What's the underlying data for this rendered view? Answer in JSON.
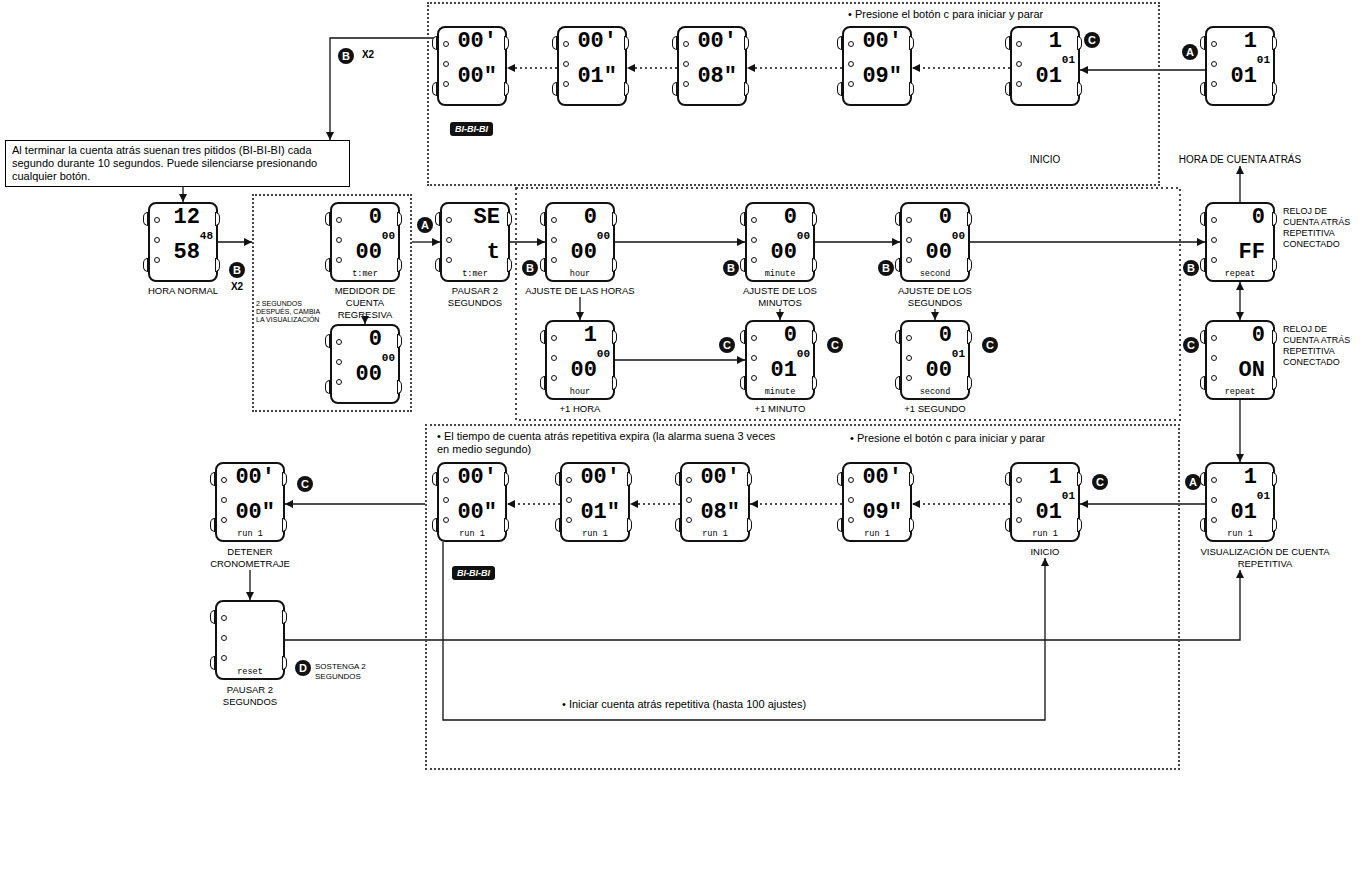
{
  "diagram": {
    "nodes": [
      {
        "text": [
          "• Presione el botón c para iniciar y parar"
        ]
      },
      {
        "text": [
          "00′",
          "00″"
        ],
        "in": 0
      },
      {
        "text": [
          "00′",
          "01″"
        ],
        "in": 0
      },
      {
        "text": [
          "00′",
          "08″"
        ],
        "in": 0
      },
      {
        "text": [
          "00′",
          "09″"
        ],
        "in": 0
      },
      {
        "text": [
          "1",
          "01",
          "01",
          "INICIO"
        ],
        "in": 0
      },
      {
        "text": [
          "1",
          "01",
          "01",
          "HORA DE CUENTA ATRÁS"
        ]
      },
      {
        "text": [
          "Al terminar la cuenta atrás suenan tres pitidos (BI-BI-BI) cada segundo durante 10 segundos. Puede silenciarse presionando cualquier botón."
        ]
      },
      {
        "text": [
          "12",
          "48",
          "58",
          "HORA NORMAL"
        ]
      },
      {
        "text": [
          "2 SEGUNDOS DESPUÉS, CAMBIA LA VISUALIZACIÓN"
        ]
      },
      {
        "text": [
          "0",
          "00",
          "00",
          "t:mer",
          "MEDIDOR DE CUENTA REGRESIVA"
        ],
        "in": 9
      },
      {
        "text": [
          "0",
          "00",
          "00"
        ],
        "in": 9
      },
      {
        "text": [
          "SE",
          "t",
          "t:mer",
          "PAUSAR 2 SEGUNDOS"
        ]
      },
      {
        "text": [
          "0",
          "00",
          "00",
          "hour",
          "AJUSTE DE LAS HORAS"
        ]
      },
      {
        "text": [
          "0",
          "00",
          "00",
          "minute",
          "AJUSTE DE LOS MINUTOS"
        ]
      },
      {
        "text": [
          "0",
          "00",
          "00",
          "second",
          "AJUSTE DE LOS SEGUNDOS"
        ]
      },
      {
        "text": [
          "0",
          "FF",
          "repeat",
          "RELOJ DE CUENTA ATRÁS REPETITIVA CONECTADO"
        ]
      },
      {
        "text": [
          "1",
          "00",
          "00",
          "hour",
          "+1 HORA"
        ]
      },
      {
        "text": [
          "0",
          "00",
          "01",
          "minute",
          "+1 MINUTO"
        ]
      },
      {
        "text": [
          "0",
          "01",
          "00",
          "second",
          "+1 SEGUNDO"
        ]
      },
      {
        "text": [
          "0",
          "ON",
          "repeat",
          "RELOJ DE CUENTA ATRÁS REPETITIVA CONECTADO"
        ]
      },
      {
        "text": [
          "1",
          "01",
          "01",
          "run 1",
          "VISUALIZACIÓN DE CUENTA REPETITIVA"
        ]
      },
      {
        "text": [
          "• El tiempo de cuenta atrás repetitiva expira (la alarma suena 3 veces en medio segundo)",
          "• Presione el botón c para iniciar y parar"
        ]
      },
      {
        "text": [
          "1",
          "01",
          "01",
          "run 1",
          "INICIO"
        ],
        "in": 22
      },
      {
        "text": [
          "00′",
          "09″",
          "run 1"
        ],
        "in": 22
      },
      {
        "text": [
          "00′",
          "08″",
          "run 1"
        ],
        "in": 22
      },
      {
        "text": [
          "00′",
          "01″",
          "run 1"
        ],
        "in": 22
      },
      {
        "text": [
          "00′",
          "00″",
          "run 1"
        ],
        "in": 22
      },
      {
        "text": [
          "00′",
          "00″",
          "run 1",
          "DETENER CRONOMETRAJE"
        ]
      },
      {
        "text": [
          "reset",
          "PAUSAR 2 SEGUNDOS"
        ]
      }
    ],
    "edges": [
      {
        "from": 6,
        "to": 5,
        "arrow": "to"
      },
      {
        "from": 5,
        "to": 4,
        "arrow": "to"
      },
      {
        "from": 4,
        "to": 3,
        "arrow": "to"
      },
      {
        "from": 3,
        "to": 2,
        "arrow": "to"
      },
      {
        "from": 2,
        "to": 1,
        "arrow": "to"
      },
      {
        "from": 1,
        "to": 7,
        "arrow": "to"
      },
      {
        "from": 7,
        "to": 8,
        "arrow": "to"
      },
      {
        "from": 8,
        "to": 9,
        "arrow": "to"
      },
      {
        "from": 10,
        "to": 11,
        "arrow": "to"
      },
      {
        "from": 9,
        "to": 12,
        "arrow": "to"
      },
      {
        "from": 12,
        "to": 13,
        "arrow": "to"
      },
      {
        "from": 13,
        "to": 14,
        "arrow": "to"
      },
      {
        "from": 14,
        "to": 15,
        "arrow": "to"
      },
      {
        "from": 15,
        "to": 16,
        "arrow": "to"
      },
      {
        "from": 13,
        "to": 17,
        "arrow": "to"
      },
      {
        "from": 17,
        "to": 18,
        "arrow": "to"
      },
      {
        "from": 14,
        "to": 18,
        "arrow": "to"
      },
      {
        "from": 15,
        "to": 19,
        "arrow": "to"
      },
      {
        "from": 16,
        "to": 20,
        "arrow": "both"
      },
      {
        "from": 16,
        "to": 6,
        "arrow": "to"
      },
      {
        "from": 20,
        "to": 21,
        "arrow": "to"
      },
      {
        "from": 21,
        "to": 23,
        "arrow": "to"
      },
      {
        "from": 23,
        "to": 24,
        "arrow": "to"
      },
      {
        "from": 24,
        "to": 25,
        "arrow": "to"
      },
      {
        "from": 25,
        "to": 26,
        "arrow": "to"
      },
      {
        "from": 26,
        "to": 27,
        "arrow": "to"
      },
      {
        "from": 27,
        "to": 23,
        "arrow": "to",
        "label": "• Iniciar cuenta atrás repetitiva (hasta 100 ajustes)"
      },
      {
        "from": 22,
        "to": 28,
        "arrow": "to"
      },
      {
        "from": 28,
        "to": 29,
        "arrow": "to"
      },
      {
        "from": 29,
        "to": 21,
        "arrow": "to"
      }
    ],
    "labels": [
      "A",
      "C",
      "B",
      "X2",
      "BI-BI-BI",
      "B",
      "X2",
      "A",
      "B",
      "B",
      "B",
      "B",
      "C",
      "C",
      "C",
      "C",
      "A",
      "C",
      "BI-BI-BI",
      "C",
      "D",
      "SOSTENGA 2 SEGUNDOS"
    ]
  }
}
